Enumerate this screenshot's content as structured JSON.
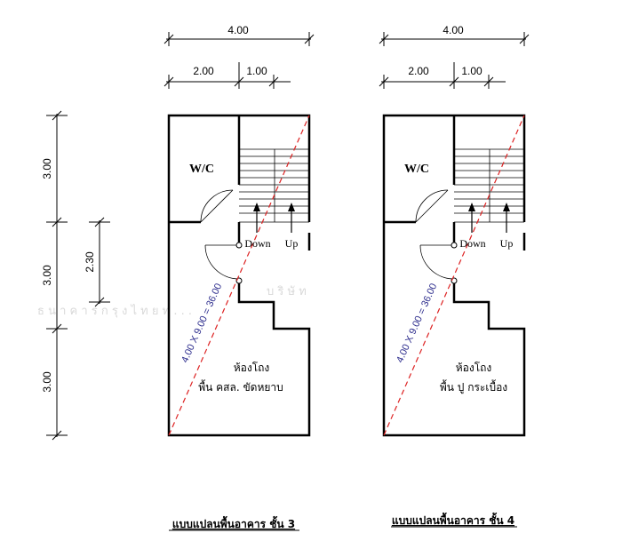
{
  "dimensions": {
    "total_width": "4.00",
    "wc_width": "2.00",
    "stair_width": "1.00",
    "bay_1": "3.00",
    "bay_2": "3.00",
    "bay_3": "3.00",
    "stair_depth": "2.30"
  },
  "plans": [
    {
      "wc_label": "W/C",
      "down_label": "Down",
      "up_label": "Up",
      "area_label": "4.00 X 9.00 = 36.00",
      "room_name": "ห้องโถง",
      "floor_finish": "พื้น คสล. ขัดหยาบ",
      "title": "แบบแปลนพื้นอาคาร  ชั้น 3"
    },
    {
      "wc_label": "W/C",
      "down_label": "Down",
      "up_label": "Up",
      "area_label": "4.00 X 9.00 = 36.00",
      "room_name": "ห้องโถง",
      "floor_finish": "พื้น ปู กระเบื้อง",
      "title": "แบบแปลนพื้นอาคาร  ชั้น 4"
    }
  ],
  "watermark": {
    "line1": "บ ริ ษั ท",
    "line2": "ธ  น  า  ค  า  ร  ก  รุ  ง  ไ  ท  ย  ท  .  .  ."
  }
}
